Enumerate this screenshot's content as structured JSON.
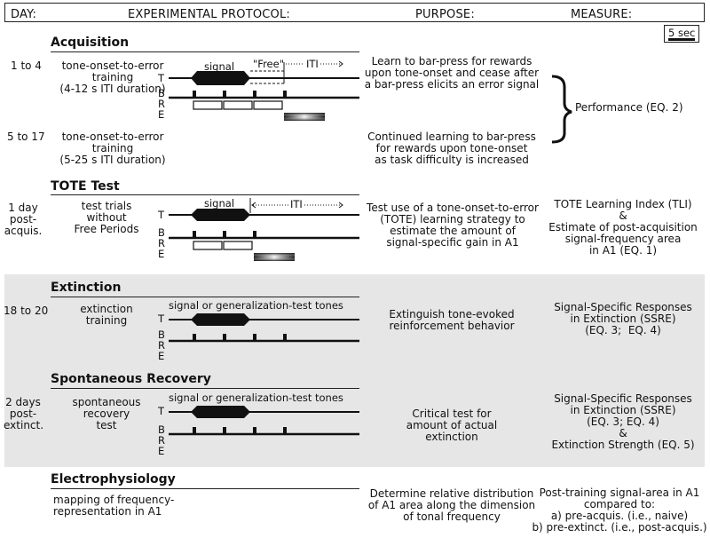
{
  "header": {
    "day": "DAY:",
    "protocol": "EXPERIMENTAL PROTOCOL:",
    "purpose": "PURPOSE:",
    "measure": "MEASURE:"
  },
  "scale_bar": "5 sec",
  "trace_labels": {
    "T": "T",
    "B": "B",
    "R": "R",
    "E": "E"
  },
  "sections": {
    "acquisition": {
      "title": "Acquisition",
      "row1": {
        "day": "1 to 4",
        "protocol": "tone-onset-to-error\ntraining\n(4-12 s ITI duration)",
        "purpose": "Learn to bar-press for rewards\nupon tone-onset and cease after\na bar-press elicits an error signal",
        "signal_label": "signal",
        "free_label": "\"Free\"",
        "iti_label": "ITI"
      },
      "row2": {
        "day": "5 to 17",
        "protocol": "tone-onset-to-error\ntraining\n(5-25 s ITI duration)",
        "purpose": "Continued learning to bar-press\nfor rewards upon tone-onset\nas task difficulty is increased"
      },
      "measure": "Performance (EQ. 2)"
    },
    "tote": {
      "title": "TOTE Test",
      "day": "1 day\npost-\nacquis.",
      "protocol": "test trials\nwithout\nFree Periods",
      "signal_label": "signal",
      "iti_label": "ITI",
      "purpose": "Test use of a tone-onset-to-error\n(TOTE) learning strategy to\nestimate the amount of\nsignal-specific gain in A1",
      "measure": "TOTE Learning Index (TLI)\n&\nEstimate of post-acquisition\nsignal-frequency area\nin A1 (EQ. 1)"
    },
    "extinction": {
      "title": "Extinction",
      "day": "18 to 20",
      "protocol": "extinction\ntraining",
      "signal_label": "signal or generalization-test tones",
      "purpose": "Extinguish tone-evoked\nreinforcement behavior",
      "measure": "Signal-Specific Responses\nin Extinction (SSRE)\n(EQ. 3;  EQ. 4)"
    },
    "recovery": {
      "title": "Spontaneous Recovery",
      "day": "2 days\npost-\nextinct.",
      "protocol": "spontaneous\nrecovery\ntest",
      "signal_label": "signal or generalization-test tones",
      "purpose": "Critical test for\namount of actual\nextinction",
      "measure": "Signal-Specific Responses\nin Extinction (SSRE)\n(EQ. 3; EQ. 4)\n&\nExtinction Strength (EQ. 5)"
    },
    "electrophysiology": {
      "title": "Electrophysiology",
      "protocol": "mapping of frequency-\nrepresentation in A1",
      "purpose": "Determine relative distribution\nof A1 area along the dimension\nof tonal frequency",
      "measure": "Post-training signal-area in A1\ncompared to:\na) pre-acquis. (i.e., naive)\nb) pre-extinct. (i.e., post-acquis.)"
    }
  }
}
